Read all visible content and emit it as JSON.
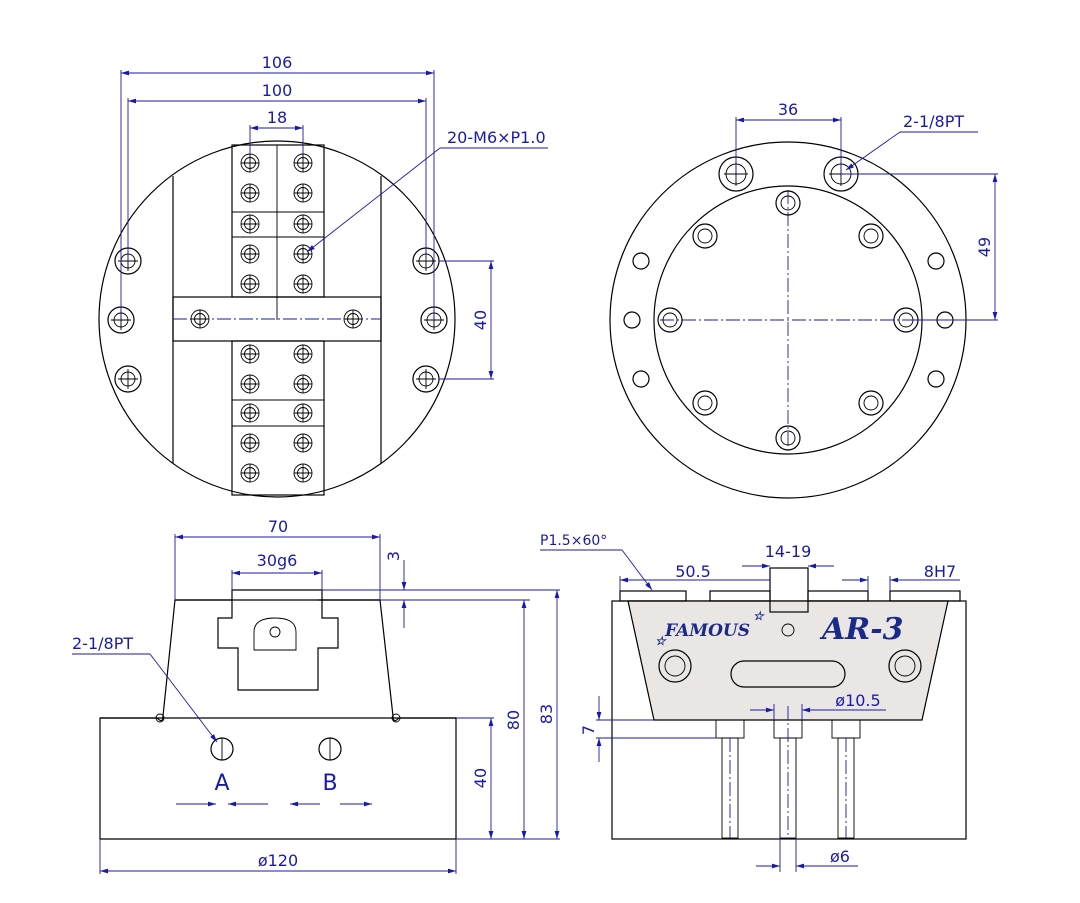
{
  "drawing": {
    "dimensions": {
      "top_left_overall": "106",
      "top_left_bolt": "100",
      "top_left_pitch": "18",
      "top_left_thread": "20-M6×P1.0",
      "top_left_vertical": "40",
      "top_right_pitch": "36",
      "top_right_port": "2-1/8PT",
      "top_right_vertical": "49",
      "bottom_left_width": "70",
      "bottom_left_key": "30g6",
      "bottom_left_step": "3",
      "bottom_left_port": "2-1/8PT",
      "bottom_left_port_a": "A",
      "bottom_left_port_b": "B",
      "bottom_left_h40": "40",
      "bottom_left_h80": "80",
      "bottom_left_h83": "83",
      "bottom_left_diameter": "ø120",
      "bottom_right_thread": "P1.5×60°",
      "bottom_right_jaw": "50.5",
      "bottom_right_range": "14-19",
      "bottom_right_fit": "8H7",
      "bottom_right_hole": "ø10.5",
      "bottom_right_h7": "7",
      "bottom_right_pin": "ø6"
    },
    "brand": "FAMOUS",
    "model": "AR-3"
  }
}
